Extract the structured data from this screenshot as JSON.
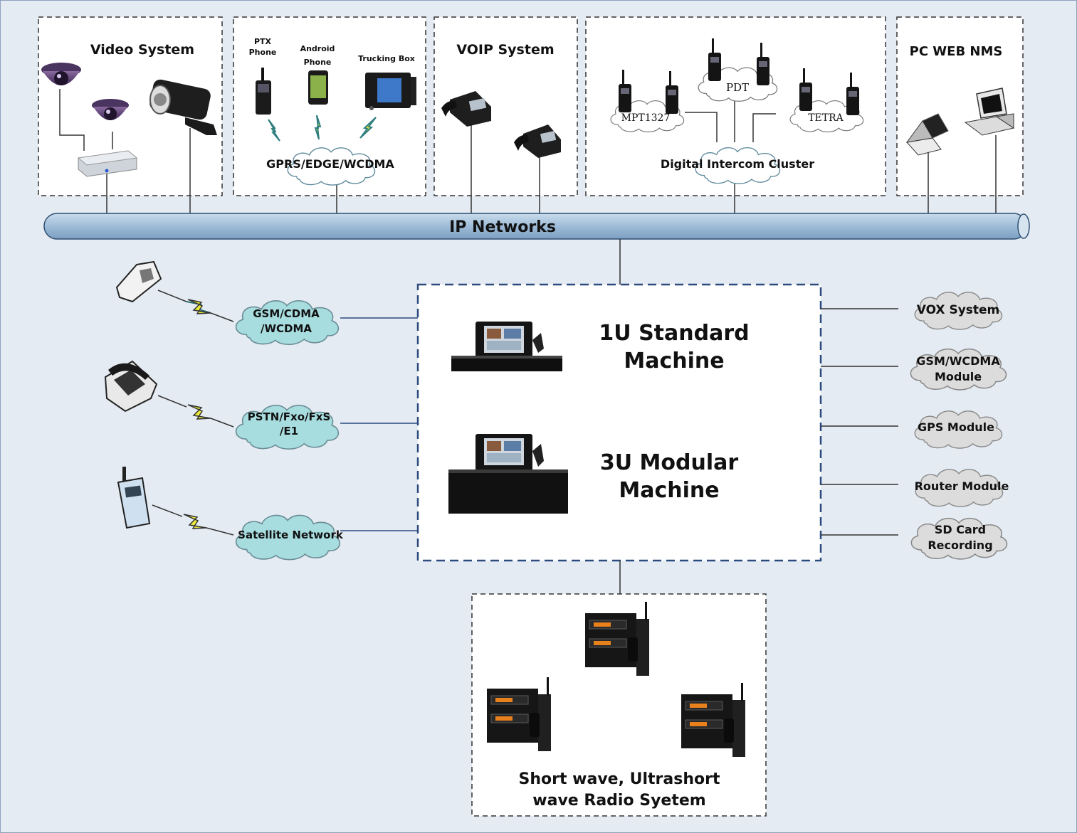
{
  "colors": {
    "background": "#e4ebf3",
    "cloud_teal": "#a8dde0",
    "cloud_gray": "#dcdcdc",
    "pipe_blue": "#9fbcd8",
    "dashed_border": "#2b4a7e"
  },
  "top_groups": {
    "video": {
      "title": "Video System"
    },
    "mobile": {
      "ptx_label_line1": "PTX",
      "ptx_label_line2": "Phone",
      "android_label_line1": "Android",
      "android_label_line2": "Phone",
      "trucking_label": "Trucking Box",
      "cloud_label": "GPRS/EDGE/WCDMA"
    },
    "voip": {
      "title": "VOIP System"
    },
    "intercom": {
      "cloud_mpt": "MPT1327",
      "cloud_pdt": "PDT",
      "cloud_tetra": "TETRA",
      "cluster_label": "Digital Intercom Cluster"
    },
    "nms": {
      "title": "PC WEB NMS"
    }
  },
  "backbone": {
    "label": "IP Networks"
  },
  "left_networks": [
    {
      "line1": "GSM/CDMA",
      "line2": "/WCDMA",
      "icon": "mobile-phone-icon"
    },
    {
      "line1": "PSTN/Fxo/FxS",
      "line2": "/E1",
      "icon": "desk-telephone-icon"
    },
    {
      "line1": "Satellite Network",
      "line2": "",
      "icon": "satellite-phone-icon"
    }
  ],
  "center": {
    "machine_1u_line1": "1U Standard",
    "machine_1u_line2": "Machine",
    "machine_3u_line1": "3U Modular",
    "machine_3u_line2": "Machine"
  },
  "right_modules": [
    {
      "line1": "VOX System",
      "line2": ""
    },
    {
      "line1": "GSM/WCDMA",
      "line2": "Module"
    },
    {
      "line1": "GPS Module",
      "line2": ""
    },
    {
      "line1": "Router Module",
      "line2": ""
    },
    {
      "line1": "SD Card",
      "line2": "Recording"
    }
  ],
  "bottom": {
    "line1": "Short wave, Ultrashort",
    "line2": "wave Radio Syetem"
  }
}
